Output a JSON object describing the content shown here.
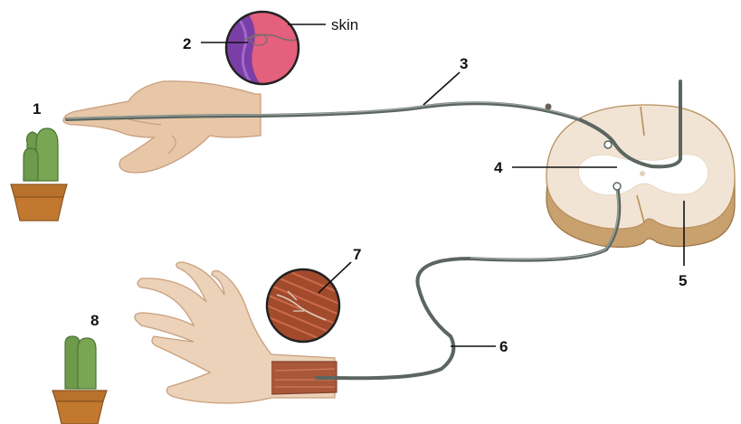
{
  "labels": {
    "l1": "1",
    "l2": "2",
    "l3": "3",
    "l4": "4",
    "l5": "5",
    "l6": "6",
    "l7": "7",
    "l8": "8",
    "skin": "skin"
  },
  "colors": {
    "hand_skin": "#e7c7a8",
    "hand_shadow": "#c99f7d",
    "skin_inset": "#e4607c",
    "receptor": "#7a3fa6",
    "nerve": "#5c6660",
    "spinal_cord": "#f1e4d4",
    "cord_edge": "#b88f5c",
    "gray_matter": "#ffffff",
    "muscle": "#a24a2c",
    "cactus": "#6e9a4c",
    "pot": "#c2782f"
  },
  "icons": [
    "cactus-icon",
    "hand-icon",
    "spinal-cord-icon",
    "muscle-icon",
    "skin-receptor-icon"
  ]
}
